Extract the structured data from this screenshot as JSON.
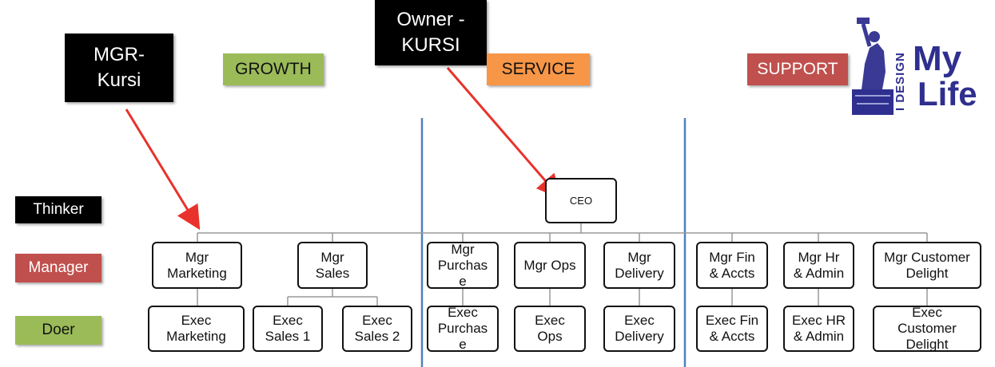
{
  "callouts": {
    "mgr_kursi": "MGR-\nKursi",
    "owner_kursi": "Owner -\nKURSI"
  },
  "columns": {
    "growth": "GROWTH",
    "service": "SERVICE",
    "support": "SUPPORT"
  },
  "levels": {
    "thinker": "Thinker",
    "manager": "Manager",
    "doer": "Doer"
  },
  "org": {
    "ceo": "CEO",
    "managers": {
      "marketing": "Mgr\nMarketing",
      "sales": "Mgr\nSales",
      "purchase": "Mgr\nPurchas\ne",
      "ops": "Mgr Ops",
      "delivery": "Mgr\nDelivery",
      "fin": "Mgr Fin\n& Accts",
      "hr": "Mgr Hr\n& Admin",
      "customer": "Mgr Customer\nDelight"
    },
    "execs": {
      "marketing": "Exec\nMarketing",
      "sales1": "Exec\nSales 1",
      "sales2": "Exec\nSales 2",
      "purchase": "Exec\nPurchas\ne",
      "ops": "Exec\nOps",
      "delivery": "Exec\nDelivery",
      "fin": "Exec Fin\n& Accts",
      "hr": "Exec HR\n& Admin",
      "customer": "Exec\nCustomer\nDelight"
    }
  },
  "logo": {
    "vertical": "I DESIGN",
    "my": "My",
    "life": "Life"
  },
  "colors": {
    "growth": "#9bbb59",
    "service": "#f79646",
    "support": "#c0504d",
    "manager": "#c0504d",
    "doer": "#9bbb59",
    "divider": "#4f81bd",
    "arrow": "#e8322b",
    "logo": "#2f2f8f"
  }
}
